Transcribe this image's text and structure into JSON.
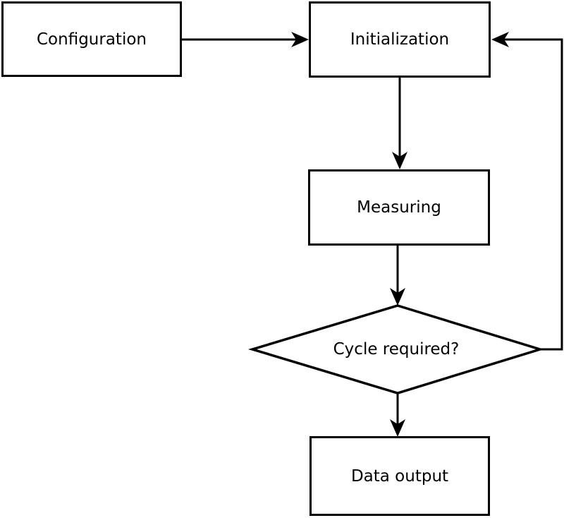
{
  "diagram": {
    "type": "flowchart",
    "nodes": {
      "configuration": {
        "label": "Configuration",
        "shape": "rectangle"
      },
      "initialization": {
        "label": "Initialization",
        "shape": "rectangle"
      },
      "measuring": {
        "label": "Measuring",
        "shape": "rectangle"
      },
      "cycle_required": {
        "label": "Cycle required?",
        "shape": "diamond"
      },
      "data_output": {
        "label": "Data output",
        "shape": "rectangle"
      }
    },
    "edges": [
      {
        "from": "configuration",
        "to": "initialization",
        "direction": "right"
      },
      {
        "from": "initialization",
        "to": "measuring",
        "direction": "down"
      },
      {
        "from": "measuring",
        "to": "cycle_required",
        "direction": "down"
      },
      {
        "from": "cycle_required",
        "to": "data_output",
        "direction": "down"
      },
      {
        "from": "cycle_required",
        "to": "initialization",
        "direction": "loop-right-up"
      }
    ],
    "colors": {
      "stroke": "#000000",
      "node_fill": "#ffffff",
      "text": "#000000",
      "background": "#ffffff"
    }
  }
}
